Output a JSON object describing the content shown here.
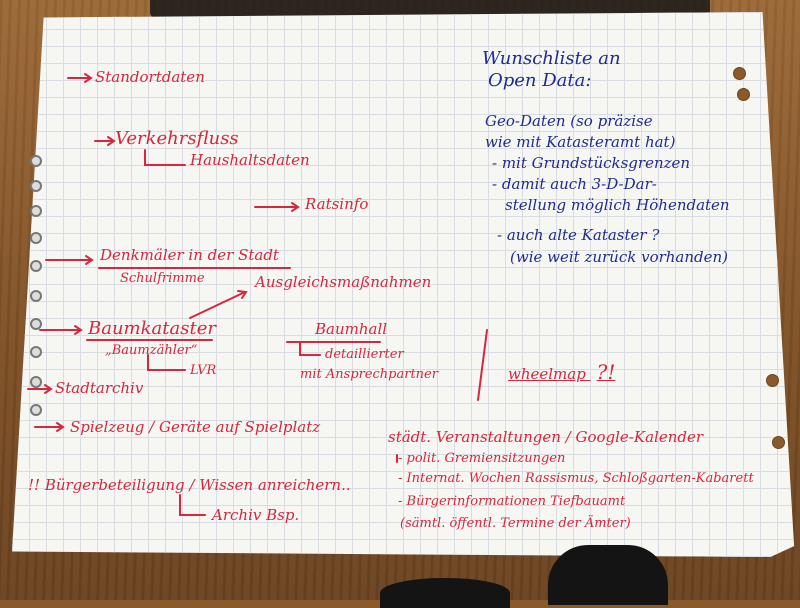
{
  "red_notes": [
    {
      "id": "standortdaten",
      "text": "Standortdaten"
    },
    {
      "id": "verkehr",
      "text": "Verkehrsfluss"
    },
    {
      "id": "haushalt",
      "text": "Haushaltsdaten"
    },
    {
      "id": "ratsinfo",
      "text": "Ratsinfo"
    },
    {
      "id": "denkmaeler",
      "text": "Denkmäler in der Stadt"
    },
    {
      "id": "denkmaeler_sub",
      "text": "Schulfrimme"
    },
    {
      "id": "ausgleich",
      "text": "Ausgleichsmaßnahmen"
    },
    {
      "id": "baumkataster",
      "text": "Baumkataster"
    },
    {
      "id": "baum_sub",
      "text": "„Baumzähler“"
    },
    {
      "id": "lvr",
      "text": "LVR"
    },
    {
      "id": "baumhall",
      "text": "Baumhall"
    },
    {
      "id": "detailliert",
      "text": "detaillierter"
    },
    {
      "id": "ansprech",
      "text": "mit Ansprechpartner"
    },
    {
      "id": "stadtarchiv",
      "text": "Stadtarchiv"
    },
    {
      "id": "spielzeug",
      "text": "Spielzeug / Geräte auf Spielplatz"
    },
    {
      "id": "buerger",
      "text": "!! Bürgerbeteiligung / Wissen anreichern.."
    },
    {
      "id": "buerger_sub",
      "text": "Archiv Bsp."
    },
    {
      "id": "veranstaltungen",
      "text": "städt. Veranstaltungen / Google-Kalender"
    },
    {
      "id": "v1",
      "text": "- polit. Gremiensitzungen"
    },
    {
      "id": "v2",
      "text": "- Internat. Wochen Rassismus, Schloßgarten-Kabarett"
    },
    {
      "id": "v3",
      "text": "- Bürgerinformationen Tiefbauamt"
    },
    {
      "id": "v4",
      "text": "(sämtl. öffentl. Termine der Ämter)"
    }
  ],
  "wheelmap": {
    "text": "wheelmap",
    "suffix": "?!"
  },
  "blue_notes": [
    {
      "id": "title1",
      "text": "Wunschliste an"
    },
    {
      "id": "title2",
      "text": "Open Data:"
    },
    {
      "id": "b1",
      "text": "Geo-Daten (so präzise"
    },
    {
      "id": "b2",
      "text": "wie mit Katasteramt hat)"
    },
    {
      "id": "b3",
      "text": "- mit Grundstücksgrenzen"
    },
    {
      "id": "b4",
      "text": "- damit auch 3-D-Dar-"
    },
    {
      "id": "b5",
      "text": "stellung möglich Höhendaten"
    },
    {
      "id": "b6",
      "text": "- auch alte Kataster ?"
    },
    {
      "id": "b7",
      "text": "(wie weit zurück vorhanden)"
    }
  ],
  "colors": {
    "red_ink": "#d7263d",
    "blue_ink": "#1f2c8f",
    "paper": "#f6f6f3",
    "table": "#8a5a2b"
  }
}
